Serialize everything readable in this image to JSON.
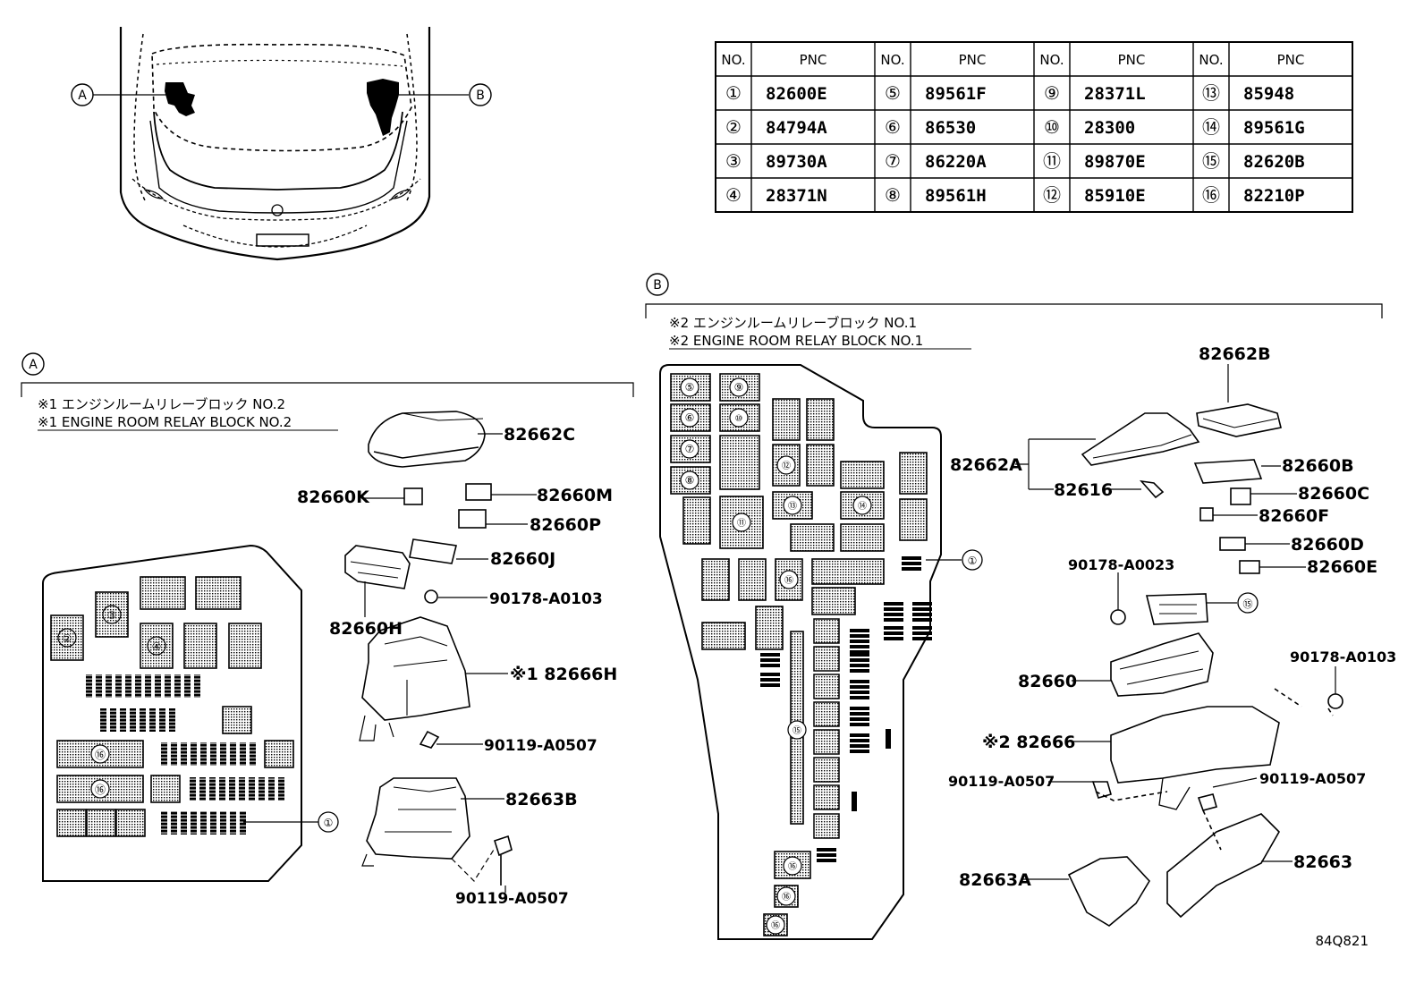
{
  "table": {
    "header": [
      "NO.",
      "PNC",
      "NO.",
      "PNC",
      "NO.",
      "PNC",
      "NO.",
      "PNC"
    ],
    "rows": [
      [
        "①",
        "82600E",
        "⑤",
        "89561F",
        "⑨",
        "28371L",
        "⑬",
        "85948"
      ],
      [
        "②",
        "84794A",
        "⑥",
        "86530",
        "⑩",
        "28300",
        "⑭",
        "89561G"
      ],
      [
        "③",
        "89730A",
        "⑦",
        "86220A",
        "⑪",
        "89870E",
        "⑮",
        "82620B"
      ],
      [
        "④",
        "28371N",
        "⑧",
        "89561H",
        "⑫",
        "85910E",
        "⑯",
        "82210P"
      ]
    ]
  },
  "locators": {
    "a": "A",
    "b": "B"
  },
  "sectionA": {
    "note_jp": "※1 エンジンルームリレーブロック NO.2",
    "note_en": "※1 ENGINE ROOM RELAY BLOCK NO.2",
    "parts": {
      "p82662C": "82662C",
      "p82660K": "82660K",
      "p82660M": "82660M",
      "p82660P": "82660P",
      "p82660J": "82660J",
      "p90178A0103": "90178-A0103",
      "p82660H": "82660H",
      "p82666H": "※1 82666H",
      "p90119A0507a": "90119-A0507",
      "p82663B": "82663B",
      "p90119A0507b": "90119-A0507"
    },
    "fuse_labels": {
      "n1": "①",
      "n2": "②",
      "n3": "③",
      "n4": "④",
      "n16a": "⑯",
      "n16b": "⑯"
    }
  },
  "sectionB": {
    "note_jp": "※2 エンジンルームリレーブロック NO.1",
    "note_en": "※2 ENGINE ROOM RELAY BLOCK NO.1",
    "parts": {
      "p82662B": "82662B",
      "p82662A": "82662A",
      "p82660B": "82660B",
      "p82616": "82616",
      "p82660C": "82660C",
      "p82660F": "82660F",
      "p82660D": "82660D",
      "p82660E": "82660E",
      "p90178A0023": "90178-A0023",
      "p82660": "82660",
      "p90178A0103": "90178-A0103",
      "p82666": "※2 82666",
      "p90119A0507a": "90119-A0507",
      "p90119A0507b": "90119-A0507",
      "p82663A": "82663A",
      "p82663": "82663"
    },
    "fuse_labels": {
      "n5": "⑤",
      "n6": "⑥",
      "n7": "⑦",
      "n8": "⑧",
      "n9": "⑨",
      "n10": "⑩",
      "n11": "⑪",
      "n12": "⑫",
      "n13": "⑬",
      "n14": "⑭",
      "n15a": "⑮",
      "n16a": "⑯",
      "n16b": "⑯",
      "n16c": "⑯",
      "n16d": "⑯",
      "n1": "①",
      "n15b": "⑮"
    }
  },
  "figure_id": "84Q821"
}
